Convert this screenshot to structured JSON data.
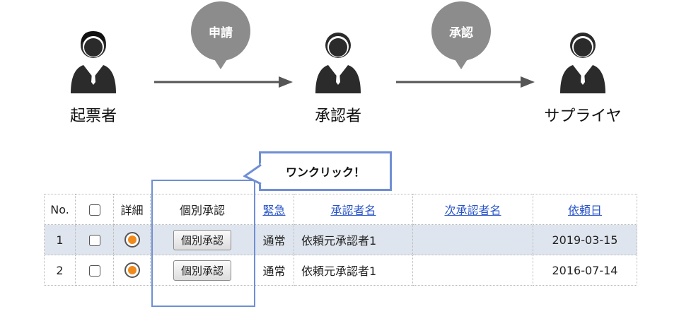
{
  "flow": {
    "actors": [
      {
        "label": "起票者",
        "icon": "businessman-icon"
      },
      {
        "label": "承認者",
        "icon": "businessman-icon"
      },
      {
        "label": "サプライヤ",
        "icon": "businessman-icon"
      }
    ],
    "steps": [
      {
        "label": "申請"
      },
      {
        "label": "承認"
      }
    ]
  },
  "callout": {
    "text": "ワンクリック！"
  },
  "table": {
    "headers": {
      "no": "No.",
      "detail": "詳細",
      "approve": "個別承認",
      "urgency": "緊急",
      "approver": "承認者名",
      "next_approver": "次承認者名",
      "request_date": "依頼日"
    },
    "rows": [
      {
        "no": "1",
        "checked": false,
        "button": "個別承認",
        "urgency": "通常",
        "approver": "依頼元承認者1",
        "next_approver": "",
        "request_date": "2019-03-15"
      },
      {
        "no": "2",
        "checked": false,
        "button": "個別承認",
        "urgency": "通常",
        "approver": "依頼元承認者1",
        "next_approver": "",
        "request_date": "2016-07-14"
      }
    ]
  },
  "colors": {
    "bubble": "#8c8c8c",
    "highlight": "#6f8fd4",
    "link": "#2a55c8",
    "row_alt": "#dfe5ee",
    "radio_dot": "#f08a1c"
  }
}
